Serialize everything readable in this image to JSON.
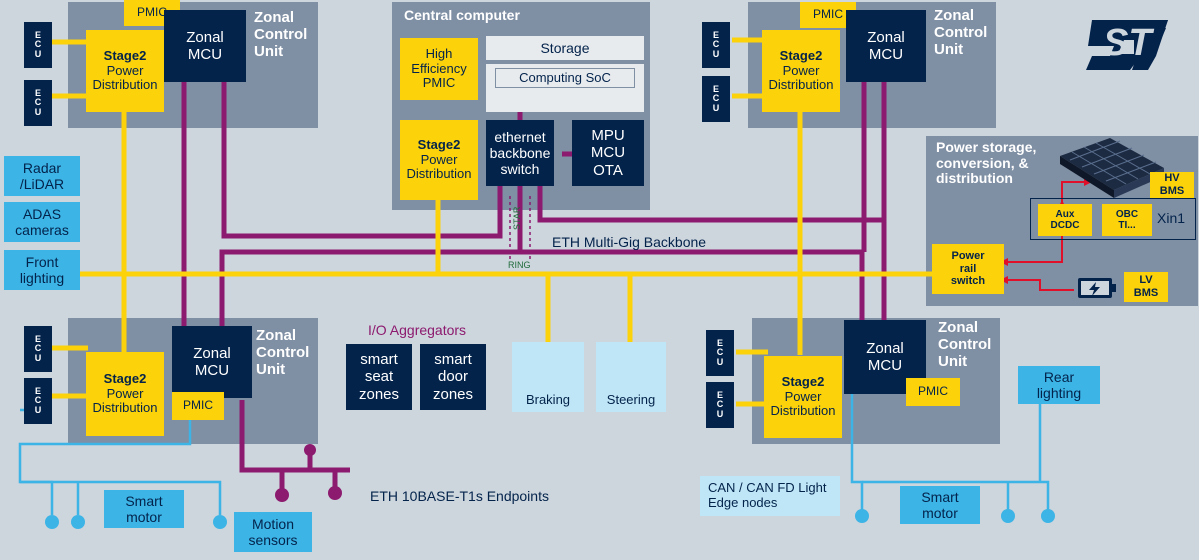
{
  "zones": {
    "top_left": {
      "title": "Zonal Control Unit",
      "mcu": "Zonal MCU",
      "pmic": "PMIC",
      "stage2_title": "Stage2",
      "stage2_sub": "Power Distribution",
      "ecu": [
        "ECU",
        "ECU"
      ]
    },
    "bottom_left": {
      "title": "Zonal Control Unit",
      "mcu": "Zonal MCU",
      "pmic": "PMIC",
      "stage2_title": "Stage2",
      "stage2_sub": "Power Distribution",
      "ecu": [
        "ECU",
        "ECU"
      ]
    },
    "top_right": {
      "title": "Zonal Control Unit",
      "mcu": "Zonal MCU",
      "pmic": "PMIC",
      "stage2_title": "Stage2",
      "stage2_sub": "Power Distribution",
      "ecu": [
        "ECU",
        "ECU"
      ]
    },
    "bottom_right": {
      "title": "Zonal Control Unit",
      "mcu": "Zonal MCU",
      "pmic": "PMIC",
      "stage2_title": "Stage2",
      "stage2_sub": "Power Distribution",
      "ecu": [
        "ECU",
        "ECU"
      ]
    }
  },
  "central": {
    "title": "Central computer",
    "hepmic": "High Efficiency PMIC",
    "storage": "Storage",
    "soc": "Computing SoC",
    "switch": "ethernet backbone switch",
    "mpu": "MPU MCU OTA",
    "stage2_title": "Stage2",
    "stage2_sub": "Power Distribution"
  },
  "labels": {
    "backbone": "ETH Multi-Gig Backbone",
    "star": "STAR",
    "ring": "RING",
    "io_aggregators": "I/O Aggregators",
    "endpoints": "ETH 10BASE-T1s Endpoints"
  },
  "peripherals": {
    "radar": "Radar /LiDAR",
    "adas": "ADAS cameras",
    "front_lighting": "Front lighting",
    "smart_motor_left": "Smart motor",
    "motion_sensors": "Motion sensors",
    "smart_seat": "smart seat zones",
    "smart_door": "smart door zones",
    "braking": "Braking",
    "steering": "Steering",
    "can_nodes": "CAN / CAN FD Light Edge nodes",
    "smart_motor_right": "Smart motor",
    "rear_lighting": "Rear lighting"
  },
  "power": {
    "title": "Power storage, conversion, & distribution",
    "hv_bms": "HV BMS",
    "aux_dcdc": "Aux DCDC",
    "obc": "OBC TI...",
    "xin1": "Xin1",
    "power_rail": "Power rail switch",
    "lv_bms": "LV BMS"
  },
  "colors": {
    "navy": "#03234b",
    "yellow": "#fcd20a",
    "purple": "#8c1a6e",
    "cyan": "#3cb4e6",
    "gray": "#7f8fa4",
    "background": "#cdd5dd",
    "red": "#e0102a"
  }
}
